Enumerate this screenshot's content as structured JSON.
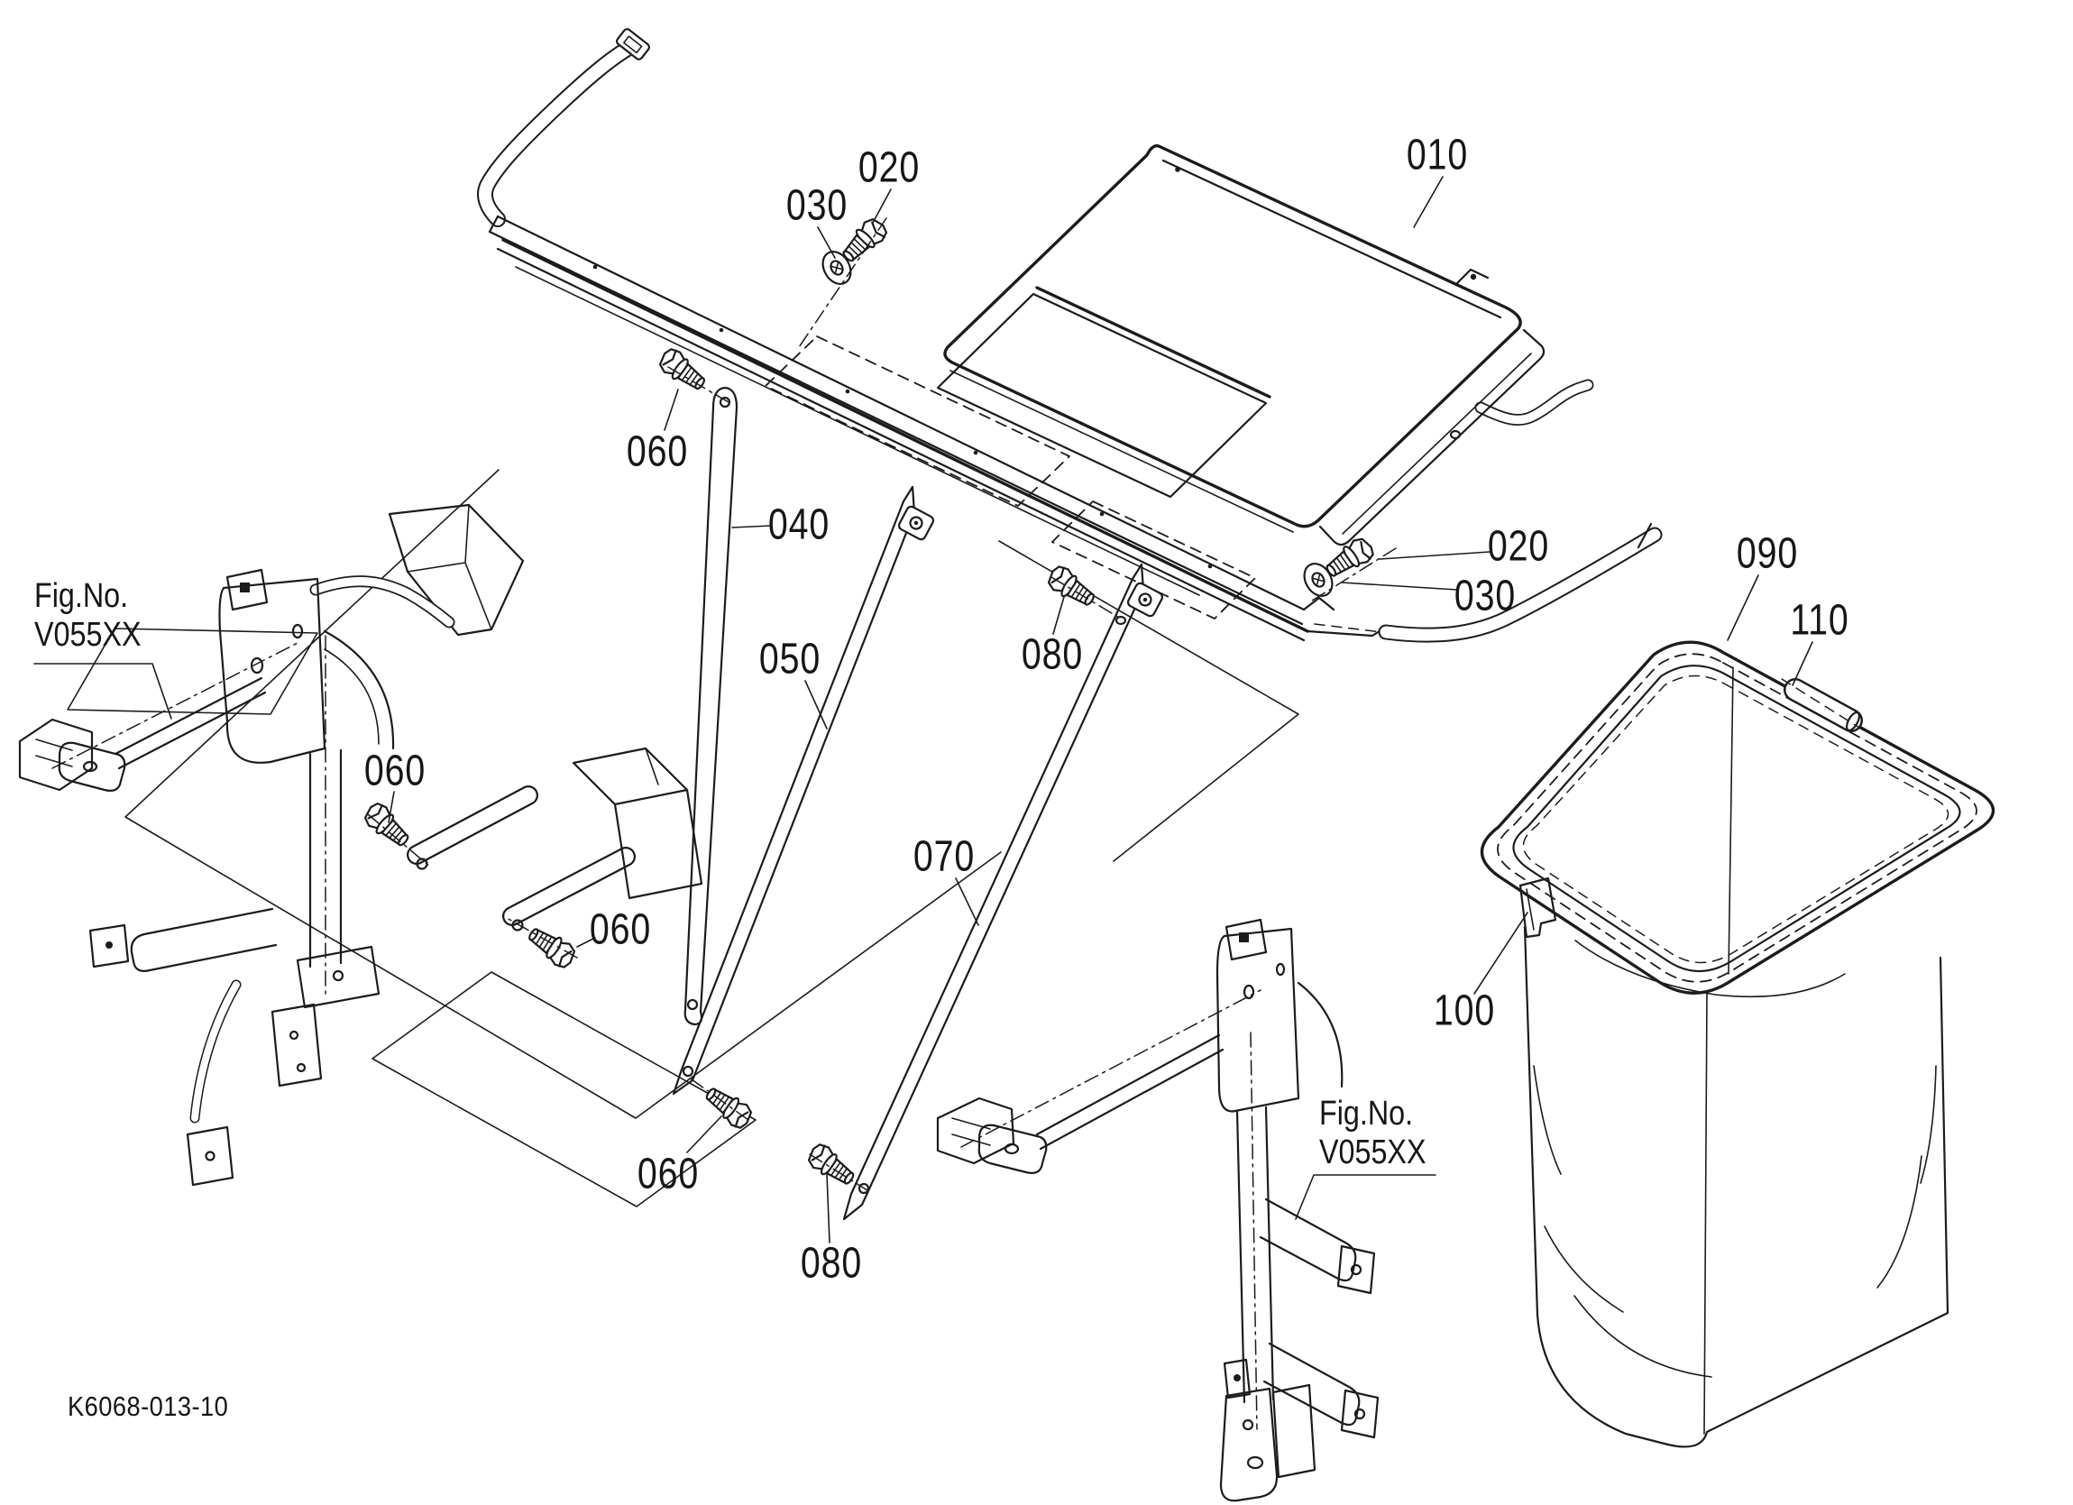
{
  "diagram": {
    "type": "exploded-parts-diagram",
    "background_color": "#ffffff",
    "line_color": "#1c1c1c",
    "drawing_number": "K6068-013-10",
    "callouts": [
      {
        "part": "010"
      },
      {
        "part": "020"
      },
      {
        "part": "030"
      },
      {
        "part": "020"
      },
      {
        "part": "030"
      },
      {
        "part": "040"
      },
      {
        "part": "050"
      },
      {
        "part": "060"
      },
      {
        "part": "060"
      },
      {
        "part": "060"
      },
      {
        "part": "060"
      },
      {
        "part": "070"
      },
      {
        "part": "080"
      },
      {
        "part": "080"
      },
      {
        "part": "090"
      },
      {
        "part": "100"
      },
      {
        "part": "110"
      }
    ],
    "figure_references": [
      {
        "label": "Fig.No.",
        "code": "V055XX"
      },
      {
        "label": "Fig.No.",
        "code": "V055XX"
      }
    ]
  }
}
